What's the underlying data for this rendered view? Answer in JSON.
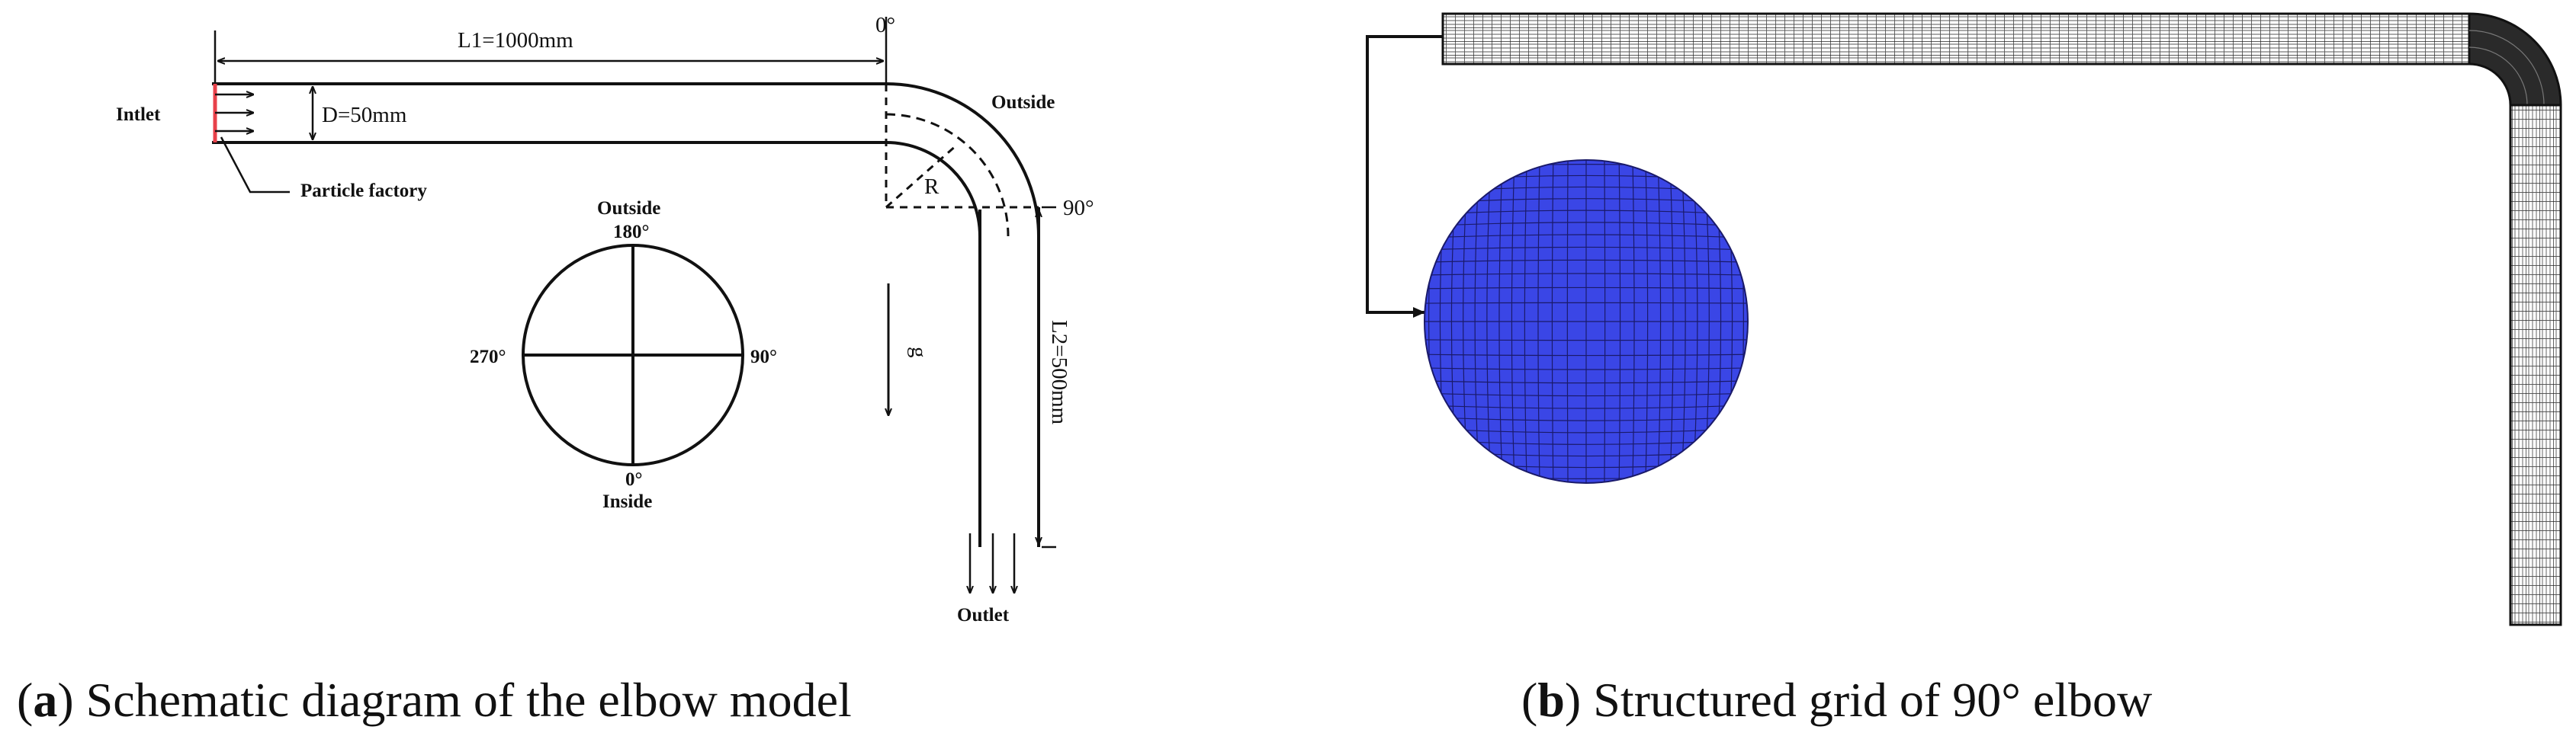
{
  "panel_a": {
    "caption_letter": "a",
    "caption_text": "Schematic diagram of the elbow model",
    "labels": {
      "intlet": "Intlet",
      "l1": "L1=1000mm",
      "d": "D=50mm",
      "zero_top": "0°",
      "outside_right": "Outside",
      "r": "R",
      "ninety_right": "90°",
      "l2": "L2=500mm",
      "g": "g",
      "outlet": "Outlet",
      "particle_factory": "Particle factory",
      "outside": "Outside",
      "deg180": "180°",
      "deg270": "270°",
      "deg90": "90°",
      "deg0": "0°",
      "inside": "Inside"
    },
    "colors": {
      "particle_factory_line": "#e8414a"
    }
  },
  "panel_b": {
    "caption_letter": "b",
    "caption_text": "Structured grid of 90° elbow",
    "colors": {
      "cross_section_fill": "#3a46e6",
      "mesh_line": "#1a1a1a"
    }
  },
  "caption_parens": {
    "open": "(",
    "close": ")"
  }
}
